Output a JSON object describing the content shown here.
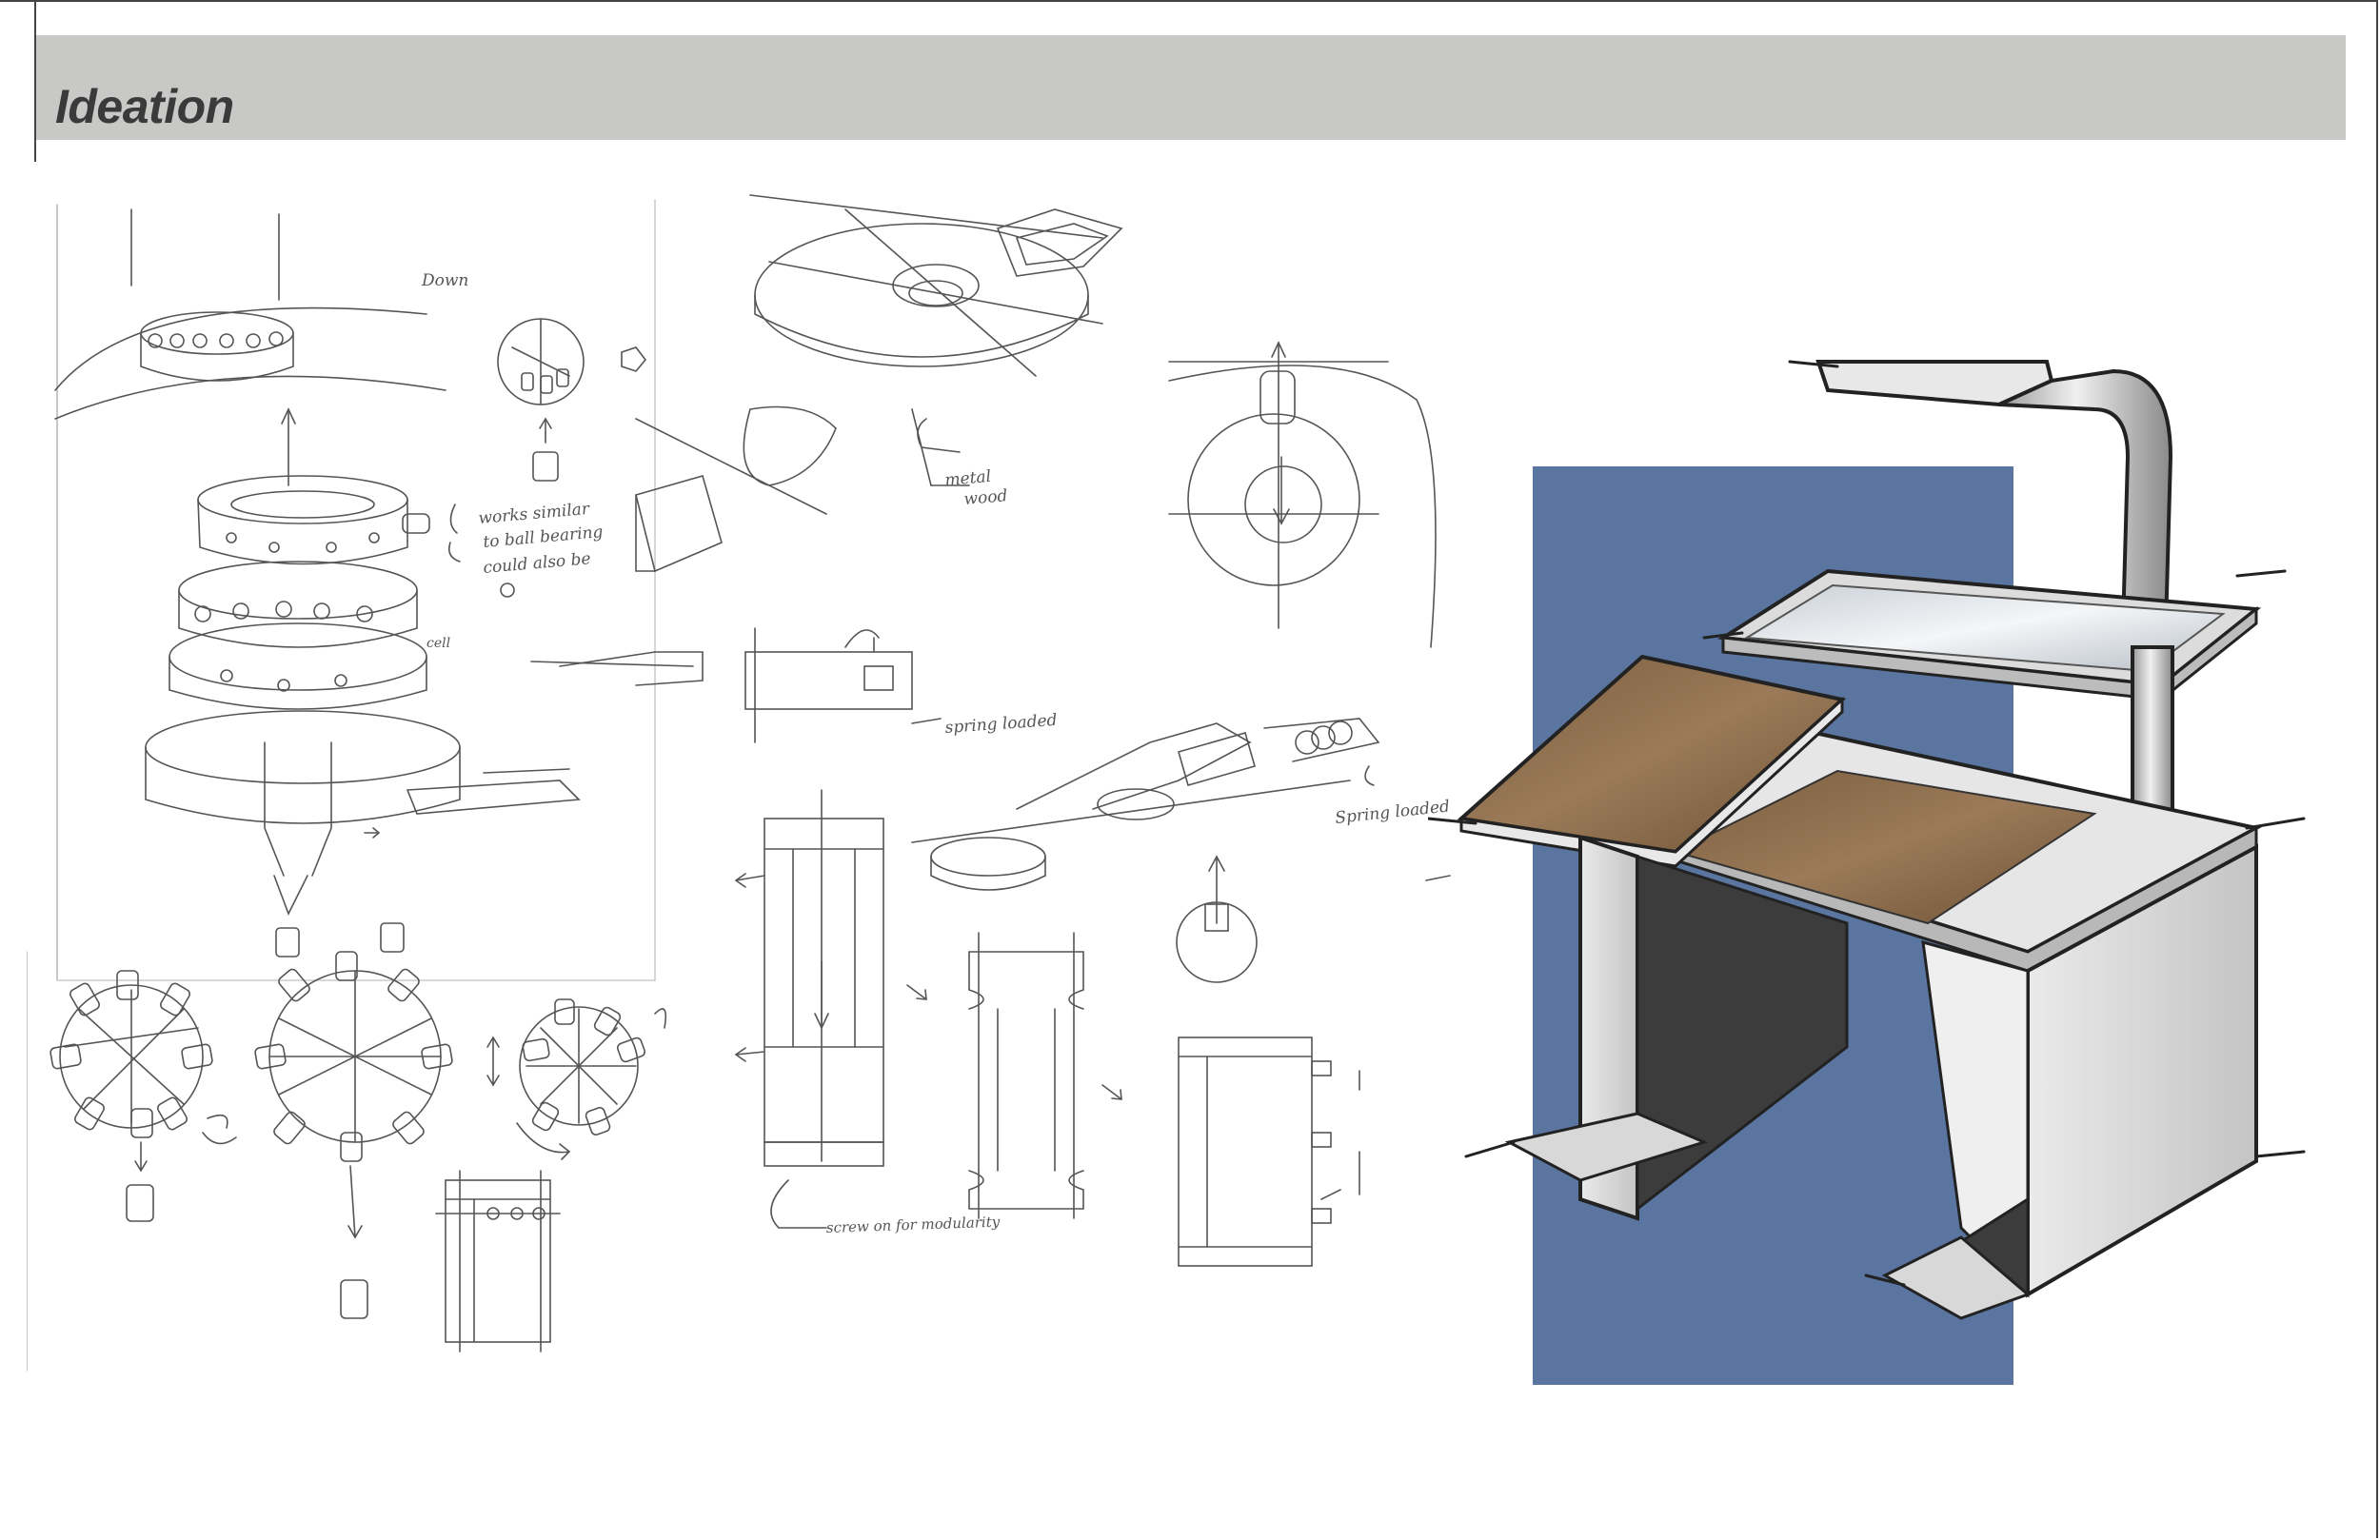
{
  "header": {
    "title": "Ideation"
  },
  "annotations": {
    "down": "Down",
    "works_similar": "works similar",
    "to_ball_bearing": "to ball bearing",
    "could_also_be": "could also be",
    "metal": "metal",
    "wood": "wood",
    "spring_loaded_1": "spring loaded",
    "spring_loaded_2": "Spring loaded",
    "screw_modularity": "screw on for modularity",
    "cell": "cell"
  },
  "colors": {
    "header_bg": "#c8c8c6",
    "title": "#3a3a3a",
    "backdrop_blue": "#5a76a0",
    "wood": "#8a6a48",
    "desk_gray": "#d2d2d2",
    "sketch_line": "#555555"
  }
}
